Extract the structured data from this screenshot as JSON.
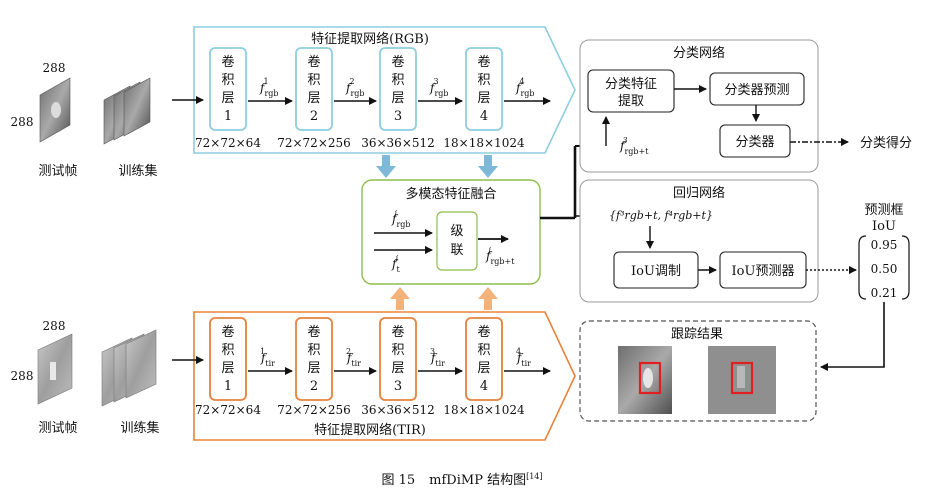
{
  "rgb_branch": {
    "title": "特征提取网络(RGB)",
    "conv_layers": [
      {
        "label_lines": [
          "卷",
          "积",
          "层",
          "1"
        ],
        "dims": "72×72×64"
      },
      {
        "label_lines": [
          "卷",
          "积",
          "层",
          "2"
        ],
        "dims": "72×72×256"
      },
      {
        "label_lines": [
          "卷",
          "积",
          "层",
          "3"
        ],
        "dims": "36×36×512"
      },
      {
        "label_lines": [
          "卷",
          "积",
          "层",
          "4"
        ],
        "dims": "18×18×1024"
      }
    ],
    "features": [
      {
        "base": "f",
        "sub": "rgb",
        "sup": "1"
      },
      {
        "base": "f",
        "sub": "rgb",
        "sup": "2"
      },
      {
        "base": "f",
        "sub": "rgb",
        "sup": "3"
      },
      {
        "base": "f",
        "sub": "rgb",
        "sup": "4"
      }
    ],
    "input_size_top": "288",
    "input_size_left": "288",
    "test_frame_label": "测试帧",
    "train_set_label": "训练集"
  },
  "tir_branch": {
    "title": "特征提取网络(TIR)",
    "conv_layers": [
      {
        "label_lines": [
          "卷",
          "积",
          "层",
          "1"
        ],
        "dims": "72×72×64"
      },
      {
        "label_lines": [
          "卷",
          "积",
          "层",
          "2"
        ],
        "dims": "72×72×256"
      },
      {
        "label_lines": [
          "卷",
          "积",
          "层",
          "3"
        ],
        "dims": "36×36×512"
      },
      {
        "label_lines": [
          "卷",
          "积",
          "层",
          "4"
        ],
        "dims": "18×18×1024"
      }
    ],
    "features": [
      {
        "base": "f",
        "sub": "tir",
        "sup": "1"
      },
      {
        "base": "f",
        "sub": "tir",
        "sup": "2"
      },
      {
        "base": "f",
        "sub": "tir",
        "sup": "3"
      },
      {
        "base": "f",
        "sub": "tir",
        "sup": "4"
      }
    ],
    "input_size_top": "288",
    "input_size_left": "288",
    "test_frame_label": "测试帧",
    "train_set_label": "训练集"
  },
  "fusion": {
    "title": "多模态特征融合",
    "concat_lines": [
      "级",
      "联"
    ],
    "input_a": {
      "base": "f",
      "sub": "rgb",
      "sup": "i"
    },
    "input_b": {
      "base": "f",
      "sub": "t",
      "sup": "i"
    },
    "output": {
      "base": "f",
      "sub": "rgb+t",
      "sup": "i"
    }
  },
  "classification": {
    "title": "分类网络",
    "feature_extract_lines": [
      "分类特征",
      "提取"
    ],
    "predictor": "分类器预测",
    "classifier": "分类器",
    "input_feature": {
      "base": "f",
      "sub": "rgb+t",
      "sup": "3"
    },
    "output_label": "分类得分"
  },
  "regression": {
    "title": "回归网络",
    "input_set": "{f³rgb+t, f⁴rgb+t}",
    "iou_modulation": "IoU调制",
    "iou_predictor": "IoU预测器",
    "pred_box_title": "预测框",
    "pred_box_subtitle": "IoU",
    "iou_values": [
      "0.95",
      "0.50",
      "0.21"
    ]
  },
  "tracking": {
    "title": "跟踪结果"
  },
  "caption": {
    "figure_number": "图 15",
    "text": "mfDiMP 结构图",
    "ref": "[14]"
  },
  "colors": {
    "rgb_accent": "#8ecde0",
    "tir_accent": "#e8823a",
    "fusion_accent": "#8cbf4a",
    "rgb_arrow": "#7fb9d9",
    "tir_arrow": "#f2b27a",
    "gray_box": "#9a9a9a",
    "track_box": "#e02020"
  }
}
